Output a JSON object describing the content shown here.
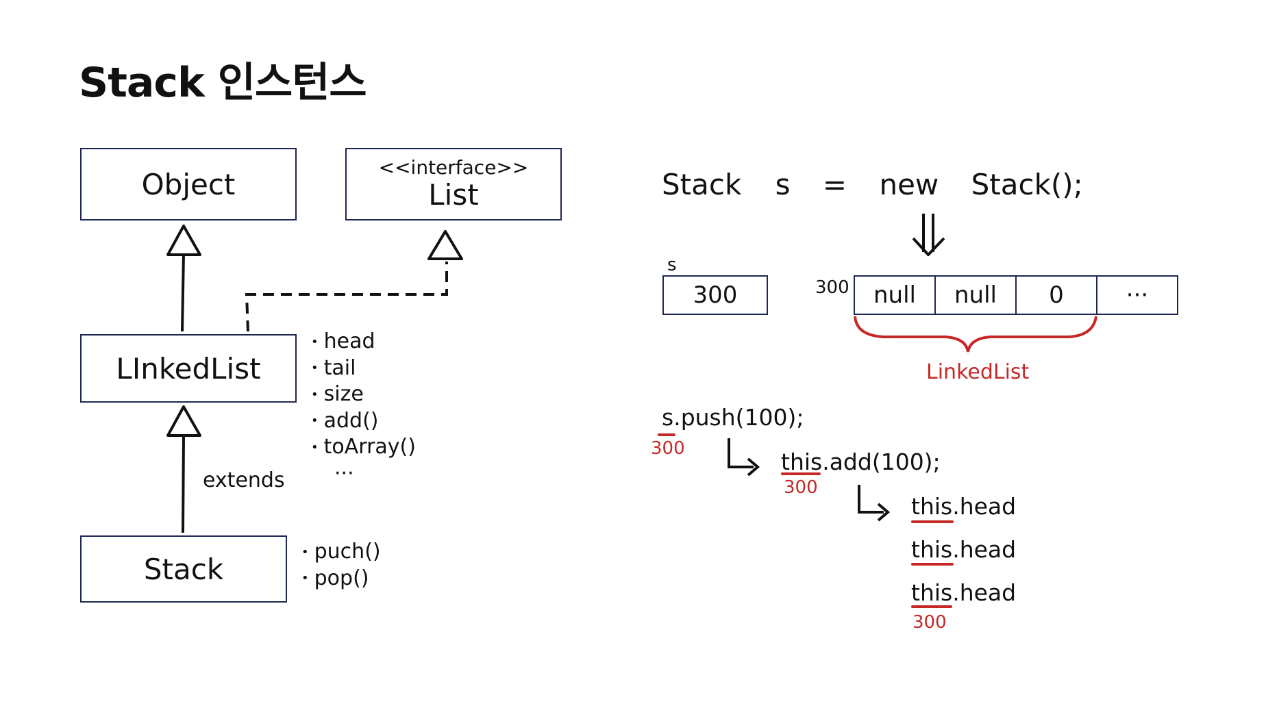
{
  "title": "Stack 인스턴스",
  "uml": {
    "object": "Object",
    "list_stereotype": "<<interface>>",
    "list": "List",
    "linkedlist": "LInkedList",
    "stack": "Stack",
    "extends_label": "extends",
    "linkedlist_members": [
      "head",
      "tail",
      "size",
      "add()",
      "toArray()"
    ],
    "linkedlist_more": "···",
    "stack_members": [
      "puch()",
      "pop()"
    ]
  },
  "declaration": {
    "type": "Stack",
    "var": "s",
    "eq": "=",
    "kw": "new",
    "ctor": "Stack();"
  },
  "memory": {
    "var_label": "s",
    "var_value": "300",
    "address": "300",
    "cells": [
      "null",
      "null",
      "0",
      "···"
    ],
    "brace_label": "LinkedList"
  },
  "calls": {
    "push_obj": "s",
    "push_rest": ".push(100);",
    "push_addr": "300",
    "add_obj": "this",
    "add_rest": ".add(100);",
    "add_addr": "300",
    "head_lines": [
      {
        "obj": "this",
        "rest": ".head"
      },
      {
        "obj": "this",
        "rest": ".head"
      },
      {
        "obj": "this",
        "rest": ".head"
      }
    ],
    "head_addr": "300"
  },
  "colors": {
    "accent": "#c62828",
    "box_border": "#1d2650",
    "text": "#111111"
  }
}
